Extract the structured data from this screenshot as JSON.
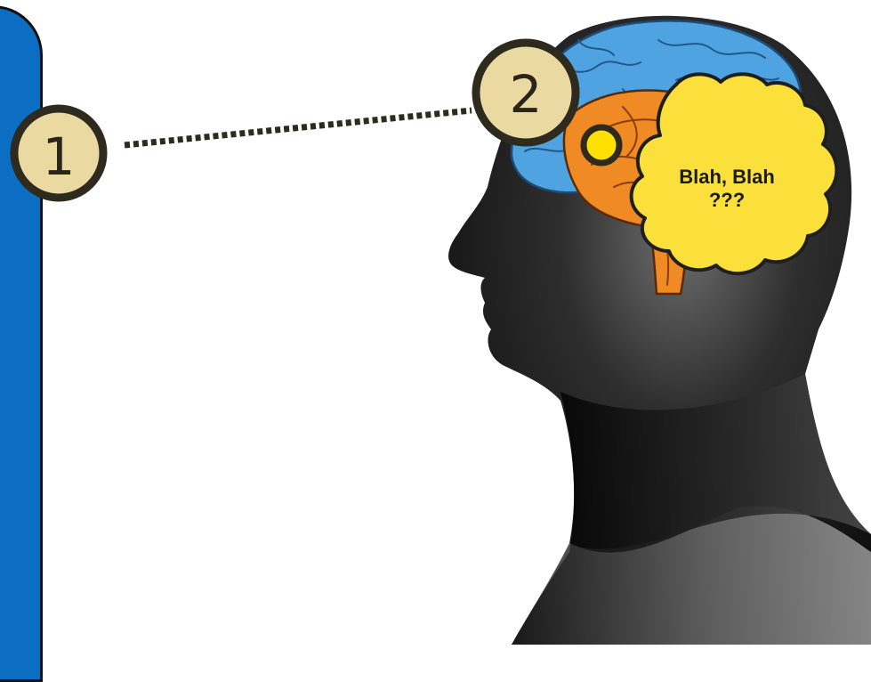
{
  "markers": [
    {
      "number": "1"
    },
    {
      "number": "2"
    }
  ],
  "thought_bubble": {
    "line1": "Blah, Blah",
    "line2": "???"
  },
  "colors": {
    "panel": "#0b6ec2",
    "marker_fill": "#ead9a0",
    "marker_border": "#2e2a1e",
    "cerebrum": "#4ea3e0",
    "inner_brain": "#f08a24",
    "bubble": "#fbe03c",
    "signal_dot": "#ffe000",
    "silhouette": "#1a1a1a"
  },
  "icons": [
    "head-silhouette-icon",
    "brain-icon",
    "thought-bubble-icon",
    "signal-dot-icon"
  ]
}
